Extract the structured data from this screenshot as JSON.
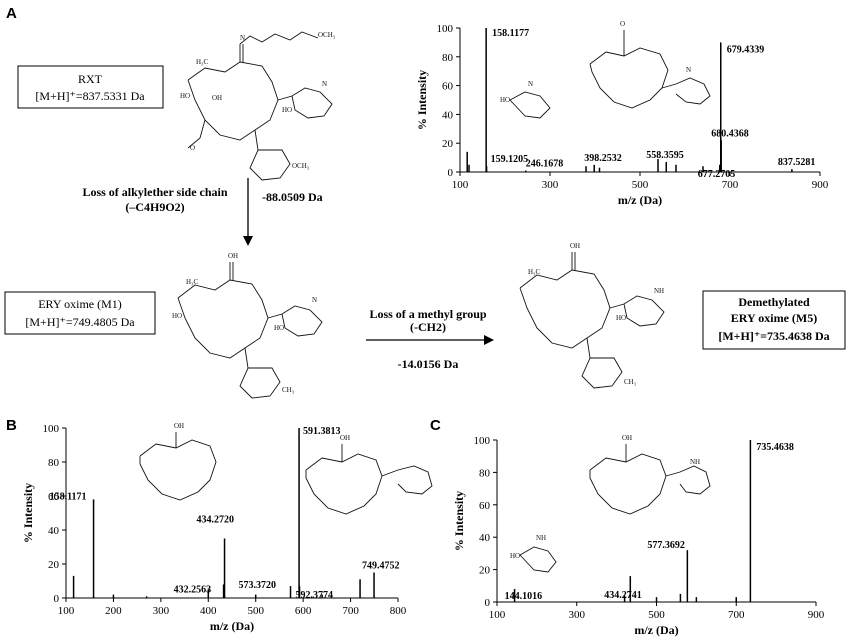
{
  "panels": {
    "A": "A",
    "B": "B",
    "C": "C"
  },
  "scheme": {
    "rxt_box": {
      "line1": "RXT",
      "line2": "[M+H]⁺=837.5331 Da"
    },
    "loss1_label_1": "Loss of alkylether side chain",
    "loss1_label_2": "(–C4H9O2)",
    "loss1_mass": "-88.0509 Da",
    "m1_box": {
      "line1": "ERY oxime (M1)",
      "line2": "[M+H]⁺=749.4805 Da"
    },
    "loss2_label_1": "Loss of a methyl group",
    "loss2_label_2": "(-CH2)",
    "loss2_mass": "-14.0156 Da",
    "m5_box": {
      "line1": "Demethylated",
      "line2": "ERY oxime (M5)",
      "line3": "[M+H]⁺=735.4638 Da"
    }
  },
  "structure_labels": {
    "h3c": "H₃C",
    "ch3": "CH₃",
    "oh": "OH",
    "ho": "HO",
    "n": "N",
    "nh": "NH",
    "o": "O",
    "och3": "OCH₃",
    "side_chain_1": "O",
    "side_chain_2": "OCH₃"
  },
  "chart_data": [
    {
      "type": "bar",
      "panel": "A",
      "xlabel": "m/z (Da)",
      "ylabel": "% Intensity",
      "xlim": [
        100,
        900
      ],
      "ylim": [
        0,
        100
      ],
      "xticks": [
        100,
        300,
        500,
        700,
        900
      ],
      "yticks": [
        0,
        20,
        40,
        60,
        80,
        100
      ],
      "peaks": [
        {
          "mz": 116,
          "intensity": 14
        },
        {
          "mz": 120,
          "intensity": 5
        },
        {
          "mz": 158.1177,
          "intensity": 100,
          "label": "158.1177"
        },
        {
          "mz": 159.1205,
          "intensity": 4,
          "label": "159.1205"
        },
        {
          "mz": 246.1678,
          "intensity": 1,
          "label": "246.1678"
        },
        {
          "mz": 380,
          "intensity": 4
        },
        {
          "mz": 398.2532,
          "intensity": 5,
          "label": "398.2532"
        },
        {
          "mz": 410,
          "intensity": 3
        },
        {
          "mz": 540,
          "intensity": 9
        },
        {
          "mz": 558.3595,
          "intensity": 7,
          "label": "558.3595"
        },
        {
          "mz": 580,
          "intensity": 5
        },
        {
          "mz": 640,
          "intensity": 4
        },
        {
          "mz": 677.2705,
          "intensity": 5,
          "label": "677.2705"
        },
        {
          "mz": 679.4339,
          "intensity": 90,
          "label": "679.4339"
        },
        {
          "mz": 680.4368,
          "intensity": 22,
          "label": "680.4368"
        },
        {
          "mz": 837.5281,
          "intensity": 2,
          "label": "837.5281"
        }
      ]
    },
    {
      "type": "bar",
      "panel": "B",
      "xlabel": "m/z (Da)",
      "ylabel": "% Intensity",
      "xlim": [
        100,
        800
      ],
      "ylim": [
        0,
        100
      ],
      "xticks": [
        100,
        200,
        300,
        400,
        500,
        600,
        700,
        800
      ],
      "yticks": [
        0,
        20,
        40,
        60,
        80,
        100
      ],
      "peaks": [
        {
          "mz": 116,
          "intensity": 13
        },
        {
          "mz": 158.1171,
          "intensity": 58,
          "label": "158.1171"
        },
        {
          "mz": 200,
          "intensity": 2
        },
        {
          "mz": 270,
          "intensity": 1
        },
        {
          "mz": 400,
          "intensity": 5
        },
        {
          "mz": 432.2563,
          "intensity": 8,
          "label": "432.2563"
        },
        {
          "mz": 434.272,
          "intensity": 35,
          "label": "434.2720"
        },
        {
          "mz": 500,
          "intensity": 2
        },
        {
          "mz": 573.372,
          "intensity": 7,
          "label": "573.3720"
        },
        {
          "mz": 591.3813,
          "intensity": 100,
          "label": "591.3813"
        },
        {
          "mz": 592.3774,
          "intensity": 7,
          "label": "592.3774"
        },
        {
          "mz": 640,
          "intensity": 2
        },
        {
          "mz": 720,
          "intensity": 11
        },
        {
          "mz": 749.4752,
          "intensity": 15,
          "label": "749.4752"
        }
      ]
    },
    {
      "type": "bar",
      "panel": "C",
      "xlabel": "m/z (Da)",
      "ylabel": "% Intensity",
      "xlim": [
        100,
        900
      ],
      "ylim": [
        0,
        100
      ],
      "xticks": [
        100,
        300,
        500,
        700,
        900
      ],
      "yticks": [
        0,
        20,
        40,
        60,
        80,
        100
      ],
      "peaks": [
        {
          "mz": 144.1016,
          "intensity": 8,
          "label": "144.1016"
        },
        {
          "mz": 420,
          "intensity": 4
        },
        {
          "mz": 434.2741,
          "intensity": 16,
          "label": "434.2741"
        },
        {
          "mz": 500,
          "intensity": 3
        },
        {
          "mz": 560,
          "intensity": 5
        },
        {
          "mz": 577.3692,
          "intensity": 32,
          "label": "577.3692"
        },
        {
          "mz": 600,
          "intensity": 3
        },
        {
          "mz": 700,
          "intensity": 3
        },
        {
          "mz": 735.4638,
          "intensity": 100,
          "label": "735.4638"
        }
      ]
    }
  ]
}
